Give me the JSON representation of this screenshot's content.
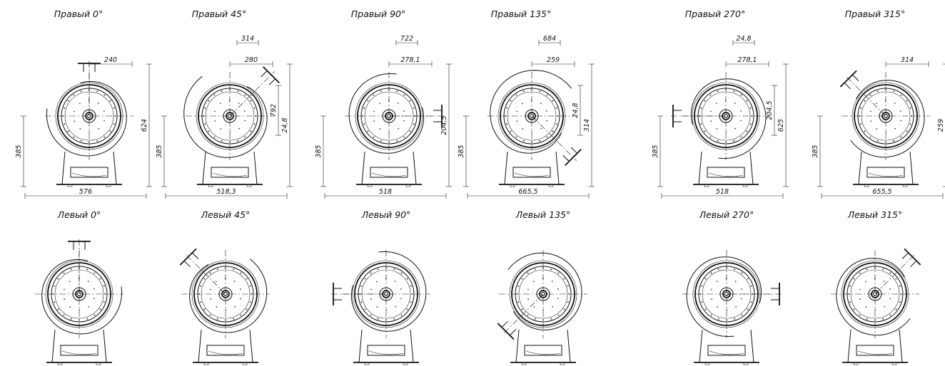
{
  "variants": [
    {
      "title": "Правый 0°",
      "dims": [
        "240",
        "624",
        "385",
        "576"
      ]
    },
    {
      "title": "Правый 45°",
      "dims": [
        "280",
        "24,8",
        "314",
        "792",
        "385",
        "518,3"
      ]
    },
    {
      "title": "Правый 90°",
      "dims": [
        "278,1",
        "204,5",
        "722",
        "385",
        "518"
      ]
    },
    {
      "title": "Правый 135°",
      "dims": [
        "259",
        "314",
        "684",
        "24,8",
        "385",
        "665,5"
      ]
    },
    {
      "title": "Правый 270°",
      "dims": [
        "278,1",
        "625",
        "24,8",
        "204,5",
        "385",
        "518"
      ]
    },
    {
      "title": "Правый 315°",
      "dims": [
        "314",
        "259",
        "385",
        "655,5"
      ]
    },
    {
      "title": "Левый 0°",
      "dims": []
    },
    {
      "title": "Левый 45°",
      "dims": []
    },
    {
      "title": "Левый 90°",
      "dims": []
    },
    {
      "title": "Левый 135°",
      "dims": []
    },
    {
      "title": "Левый 270°",
      "dims": []
    },
    {
      "title": "Левый 315°",
      "dims": []
    }
  ]
}
